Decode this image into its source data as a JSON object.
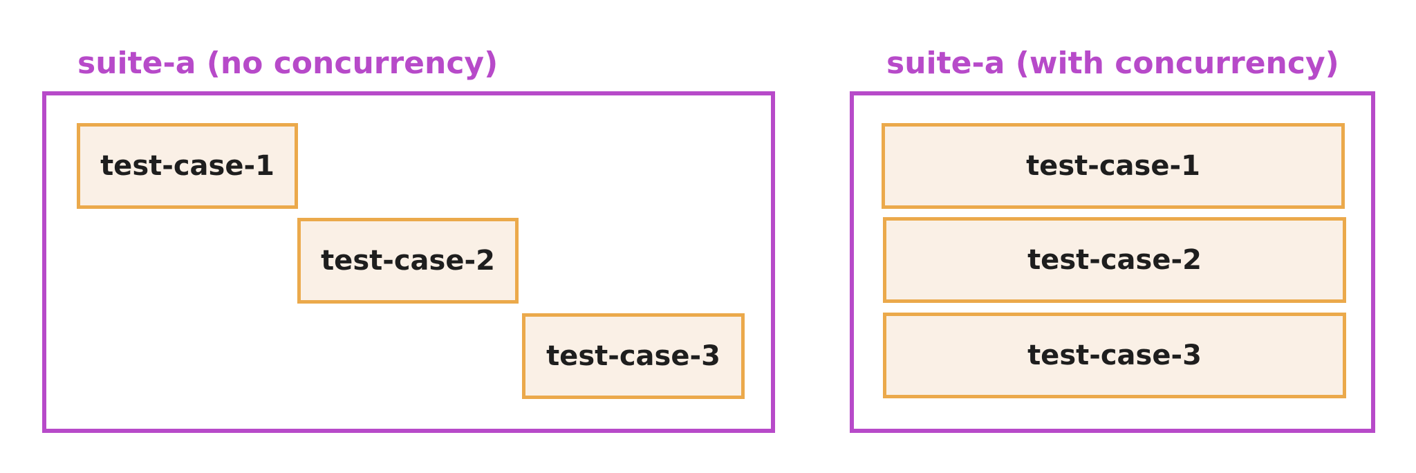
{
  "colors": {
    "suite_border": "#b74ac9",
    "suite_title": "#b74ac9",
    "case_border": "#eba94b",
    "case_fill": "#faf0e6",
    "case_text": "#1e1e1e"
  },
  "suites": [
    {
      "title": "suite-a (no concurrency)",
      "cases": [
        "test-case-1",
        "test-case-2",
        "test-case-3"
      ]
    },
    {
      "title": "suite-a (with concurrency)",
      "cases": [
        "test-case-1",
        "test-case-2",
        "test-case-3"
      ]
    }
  ]
}
